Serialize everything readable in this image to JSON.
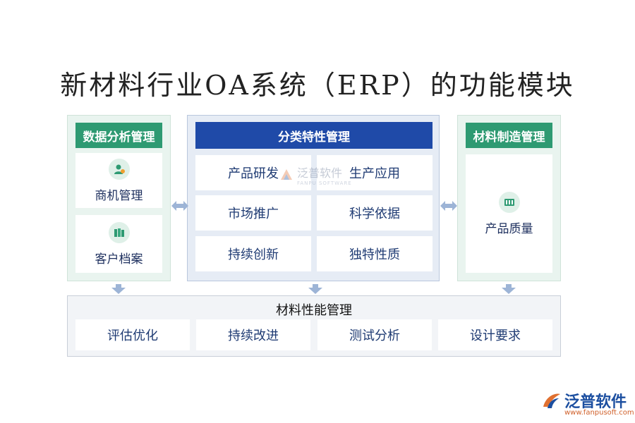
{
  "title": "新材料行业OA系统（ERP）的功能模块",
  "left": {
    "header": "数据分析管理",
    "items": [
      {
        "label": "商机管理",
        "icon": "user-icon"
      },
      {
        "label": "客户档案",
        "icon": "files-icon"
      }
    ]
  },
  "middle": {
    "header": "分类特性管理",
    "cells": [
      "产品研发",
      "生产应用",
      "市场推广",
      "科学依据",
      "持续创新",
      "独特性质"
    ]
  },
  "right": {
    "header": "材料制造管理",
    "items": [
      {
        "label": "产品质量",
        "icon": "quality-icon"
      }
    ]
  },
  "bottom": {
    "header": "材料性能管理",
    "cells": [
      "评估优化",
      "持续改进",
      "测试分析",
      "设计要求"
    ]
  },
  "watermark": {
    "name": "泛普软件",
    "sub": "FANPU SOFTWARE"
  },
  "logo": {
    "name": "泛普软件",
    "url": "www.fanpusoft.com"
  },
  "colors": {
    "green": "#2e9a72",
    "blue": "#1f4aa8",
    "arrow": "#9db4d6"
  }
}
